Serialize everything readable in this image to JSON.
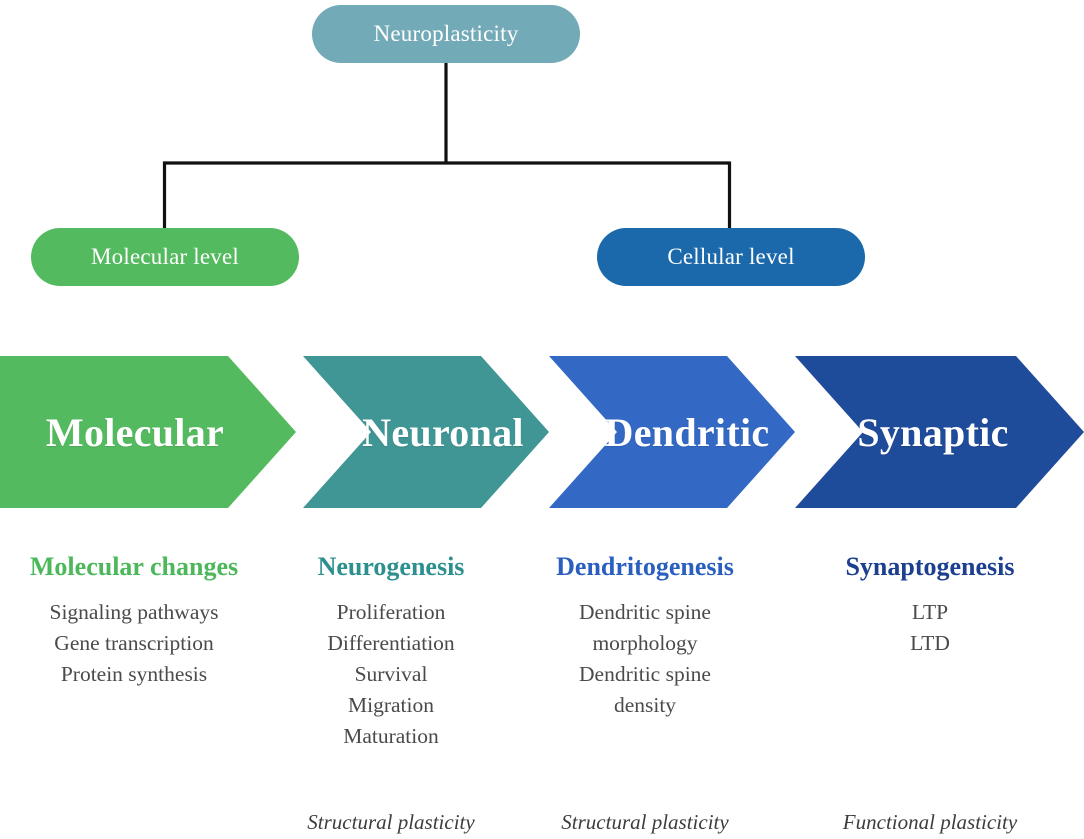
{
  "hierarchy": {
    "root": {
      "label": "Neuroplasticity",
      "color": "#73aab7"
    },
    "branches": [
      {
        "label": "Molecular level",
        "color": "#54ba5f"
      },
      {
        "label": "Cellular level",
        "color": "#1b69ab"
      }
    ],
    "connector_color": "#111111"
  },
  "stages": [
    {
      "label": "Molecular",
      "color": "#54ba5f"
    },
    {
      "label": "Neuronal",
      "color": "#409595"
    },
    {
      "label": "Dendritic",
      "color": "#3369c4"
    },
    {
      "label": "Synaptic",
      "color": "#1f4b9b"
    }
  ],
  "columns": [
    {
      "heading": "Molecular changes",
      "heading_color": "#4cb85b",
      "items": [
        "Signaling pathways",
        "Gene transcription",
        "Protein synthesis"
      ],
      "footer": ""
    },
    {
      "heading": "Neurogenesis",
      "heading_color": "#2e8f8f",
      "items": [
        "Proliferation",
        "Differentiation",
        "Survival",
        "Migration",
        "Maturation"
      ],
      "footer": "Structural plasticity"
    },
    {
      "heading": "Dendritogenesis",
      "heading_color": "#2a5fc0",
      "items": [
        "Dendritic spine",
        "morphology",
        "Dendritic spine",
        "density"
      ],
      "footer": "Structural plasticity"
    },
    {
      "heading": "Synaptogenesis",
      "heading_color": "#1d3f8f",
      "items": [
        "LTP",
        "LTD"
      ],
      "footer": "Functional plasticity"
    }
  ]
}
